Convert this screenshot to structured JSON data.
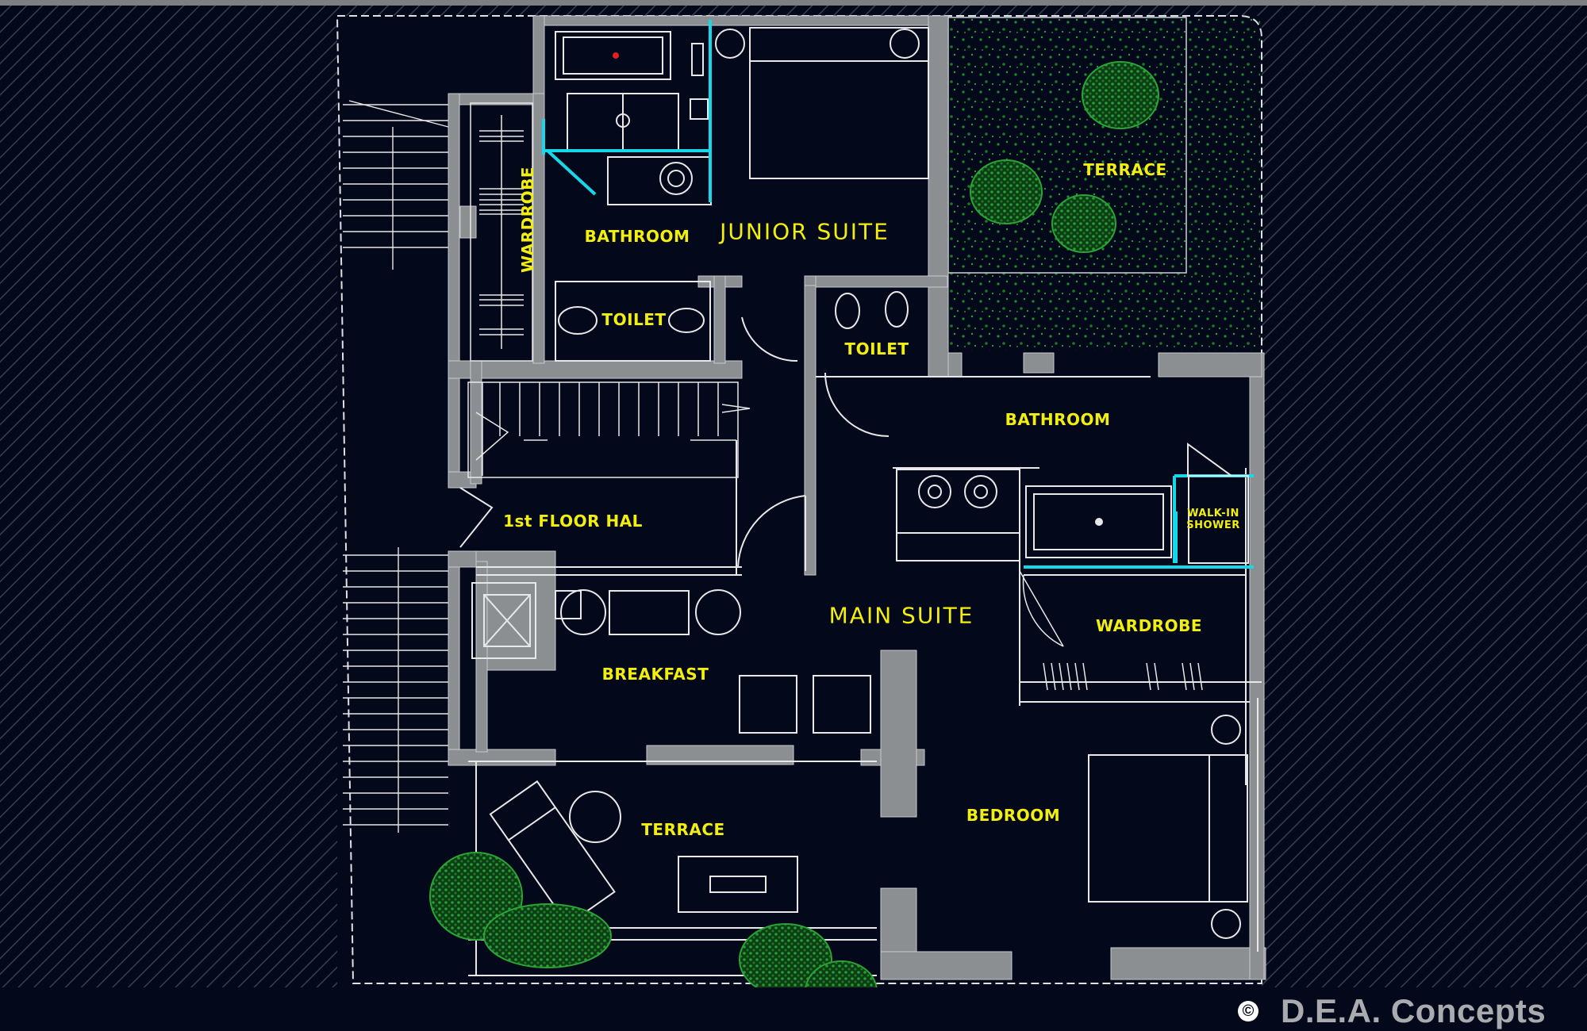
{
  "rooms": {
    "bathroom_junior": "BATHROOM",
    "junior_suite": "JUNIOR SUITE",
    "wardrobe_junior": "WARDROBE",
    "toilet_left": "TOILET",
    "toilet_right": "TOILET",
    "terrace_top": "TERRACE",
    "bathroom_main": "BATHROOM",
    "walk_in_shower": "WALK-IN SHOWER",
    "hall": "1st FLOOR HAL",
    "main_suite": "MAIN SUITE",
    "wardrobe_main": "WARDROBE",
    "breakfast": "BREAKFAST",
    "terrace_bottom": "TERRACE",
    "bedroom": "BEDROOM"
  },
  "credit": {
    "symbol": "©",
    "text": "D.E.A. Concepts"
  },
  "colors": {
    "background": "#03081a",
    "wall": "#8c8f92",
    "line": "#e8e8e8",
    "label": "#f2ee10",
    "glass": "#16d8e8",
    "vegetation": "#1f8f2a"
  }
}
